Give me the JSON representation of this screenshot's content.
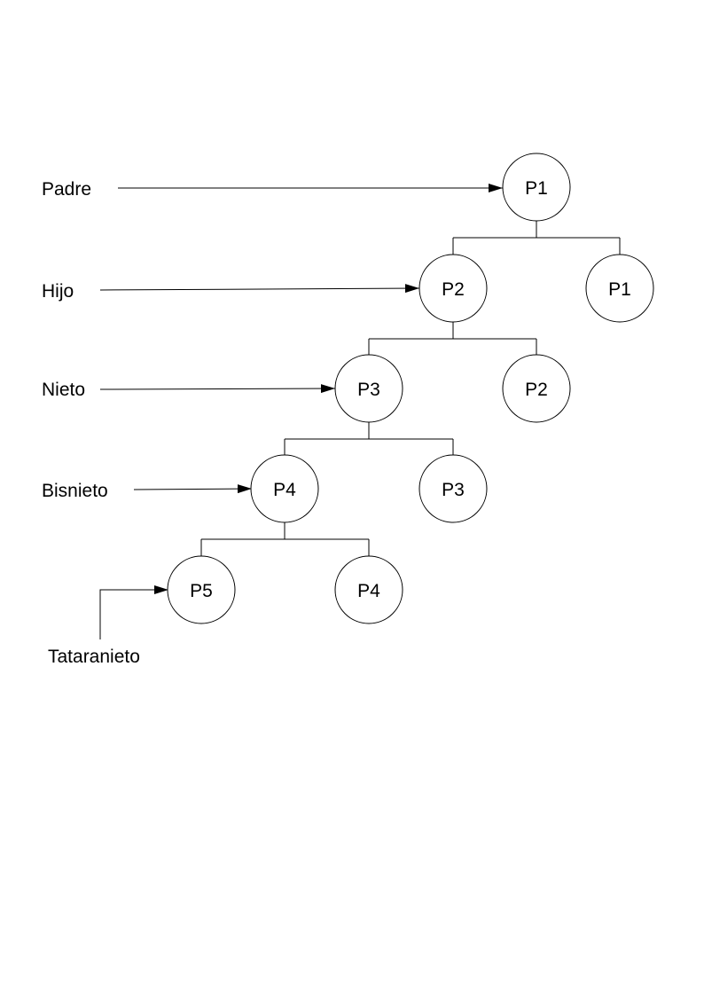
{
  "nodes": [
    {
      "id": "n1",
      "label": "P1"
    },
    {
      "id": "n2",
      "label": "P2"
    },
    {
      "id": "n3",
      "label": "P1"
    },
    {
      "id": "n4",
      "label": "P3"
    },
    {
      "id": "n5",
      "label": "P2"
    },
    {
      "id": "n6",
      "label": "P4"
    },
    {
      "id": "n7",
      "label": "P3"
    },
    {
      "id": "n8",
      "label": "P5"
    },
    {
      "id": "n9",
      "label": "P4"
    }
  ],
  "levels": [
    {
      "label": "Padre",
      "target": "n1"
    },
    {
      "label": "Hijo",
      "target": "n2"
    },
    {
      "label": "Nieto",
      "target": "n4"
    },
    {
      "label": "Bisnieto",
      "target": "n6"
    },
    {
      "label": "Tataranieto",
      "target": "n8"
    }
  ],
  "edges": [
    {
      "parent": "n1",
      "children": [
        "n2",
        "n3"
      ]
    },
    {
      "parent": "n2",
      "children": [
        "n4",
        "n5"
      ]
    },
    {
      "parent": "n4",
      "children": [
        "n6",
        "n7"
      ]
    },
    {
      "parent": "n6",
      "children": [
        "n8",
        "n9"
      ]
    }
  ]
}
